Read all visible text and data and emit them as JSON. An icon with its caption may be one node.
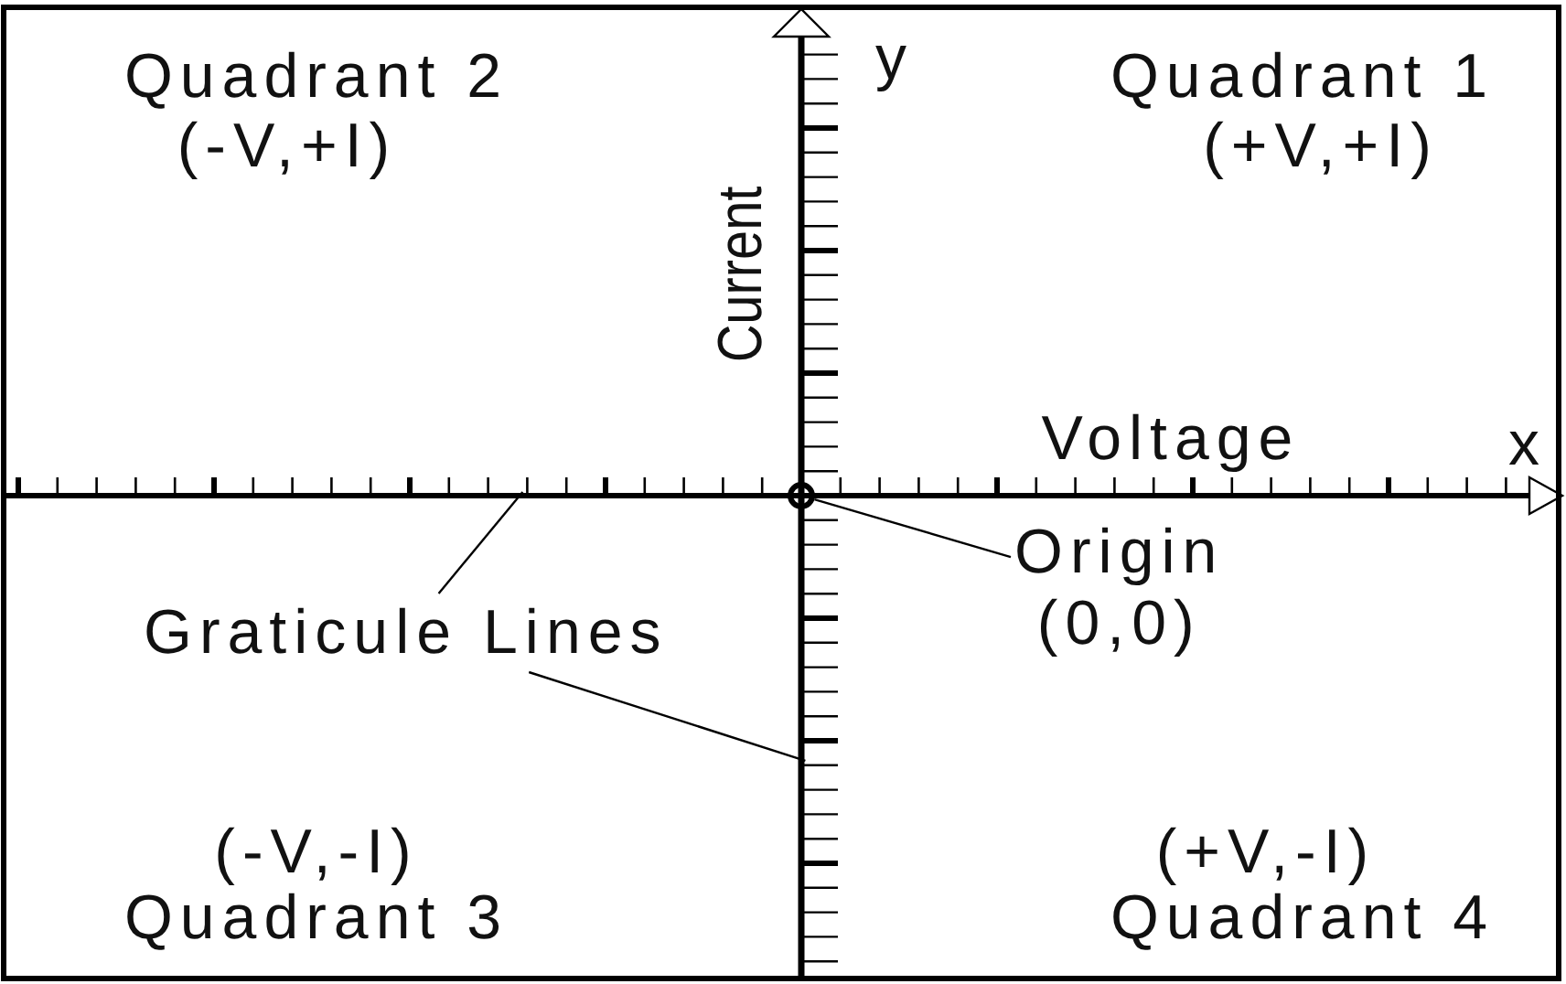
{
  "diagram": {
    "nodes": [
      {
        "text": [
          "Origin",
          "(0,0)"
        ]
      },
      {
        "text": [],
        "shape": "circle"
      },
      {
        "text": [
          "Graticule Lines"
        ]
      },
      {
        "text": [],
        "shape": "bar"
      },
      {
        "text": [],
        "shape": "bar"
      }
    ],
    "edges": [
      {
        "from": 0,
        "to": 1,
        "arrow": "none"
      },
      {
        "from": 2,
        "to": 3,
        "arrow": "none"
      },
      {
        "from": 2,
        "to": 4,
        "arrow": "none"
      }
    ],
    "labels": [
      "Quadrant 2",
      "(-V,+I)",
      "y",
      "Quadrant 1",
      "(+V,+I)",
      "Current",
      "Voltage",
      "x",
      "(-V,-I)",
      "Quadrant 3",
      "(+V,-I)",
      "Quadrant 4"
    ]
  }
}
